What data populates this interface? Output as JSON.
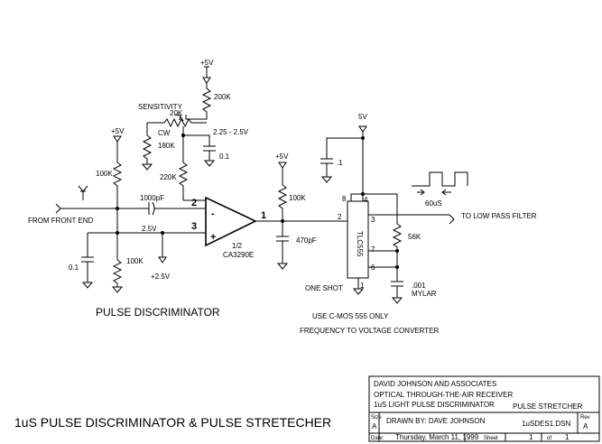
{
  "diagram": {
    "title": "1uS PULSE DISCRIMINATOR & PULSE STRETECHER",
    "section_discriminator": "PULSE DISCRIMINATOR",
    "section_converter": "FREQUENCY TO VOLTAGE CONVERTER",
    "note_cmos": "USE C-MOS 555 ONLY",
    "note_oneshot": "ONE SHOT",
    "input_label": "FROM FRONT END",
    "output_label": "TO LOW PASS FILTER",
    "pulse_width": "60uS",
    "labels": {
      "sensitivity": "SENSITIVITY",
      "cw": "CW",
      "v_range": "2.25 - 2.5V",
      "v_bias": "2.5V",
      "v_ref": "+2.5V",
      "opamp_part": "1/2",
      "opamp_name": "CA3290E",
      "timer_name": "TLC555",
      "pin_minus": "-",
      "pin_plus": "+",
      "pin_in2": "2",
      "pin_in3": "3",
      "pin_out1": "1"
    },
    "supplies": {
      "v5_top": "+5V",
      "v5_left": "+5V",
      "v5_mid": "+5V",
      "v5_timer": "5V"
    },
    "components": {
      "r_200k": "200K",
      "pot_20k": "20K",
      "r_180k": "180K",
      "r_220k": "220K",
      "c_01_top": "0.1",
      "r_100k_left": "100K",
      "c_1000pf": "1000pF",
      "r_100k_low": "100K",
      "c_01_low": "0.1",
      "r_100k_mid": "100K",
      "c_470pf": "470pF",
      "c_1": ".1",
      "r_56k": "56K",
      "c_001": ".001",
      "c_001_type": "MYLAR"
    },
    "timer_pins": {
      "p8": "8",
      "p4": "4",
      "p2": "2",
      "p3": "3",
      "p7": "7",
      "p6": "6",
      "p1": "1"
    }
  },
  "title_block": {
    "company": "DAVID JOHNSON AND ASSOCIATES",
    "project": "OPTICAL THROUGH-THE-AIR RECEIVER",
    "subtitle": "1uS LIGHT PULSE DISCRIMINATOR",
    "sheet_title": "PULSE STRETCHER",
    "size_label": "Size",
    "size_value": "A",
    "drawn_by": "DRAWN BY:  DAVE JOHNSON",
    "filename": "1uSDES1.DSN",
    "rev_label": "Rev",
    "rev_value": "A",
    "date_label": "Date:",
    "date_value": "Thursday, March 11, 1999",
    "sheet_label": "Sheet",
    "sheet_value": "1",
    "of_label": "of",
    "of_value": "1"
  }
}
